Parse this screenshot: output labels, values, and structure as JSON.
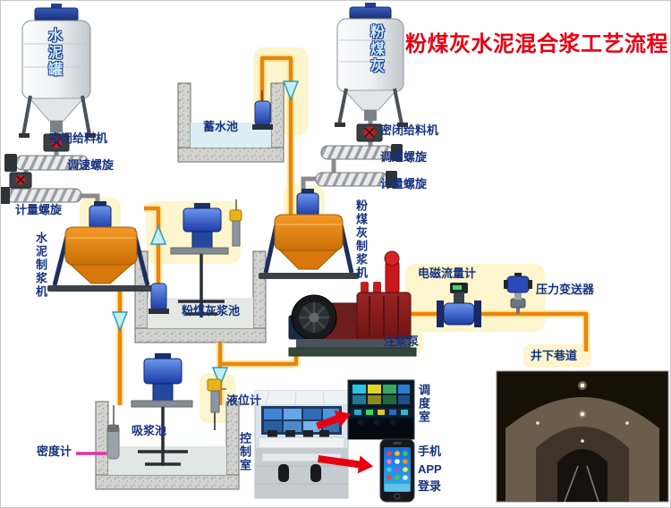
{
  "title": "粉煤灰水泥混合浆工艺流程",
  "silos": {
    "left": "水泥罐",
    "right": "粉煤灰"
  },
  "feed_left": {
    "sealed_feeder": "密闭给料机",
    "speed_screw": "调速螺旋",
    "metering_screw": "计量螺旋"
  },
  "feed_right": {
    "sealed_feeder": "密闭给料机",
    "speed_screw": "调速螺旋",
    "metering_screw": "计量螺旋"
  },
  "stations": {
    "water_pool": "蓄水池",
    "cement_mixer": "水泥制浆机",
    "flyash_mixer": "粉煤灰制浆机",
    "flyash_pool": "粉煤灰浆池",
    "grout_pump": "注浆泵",
    "flowmeter": "电磁流量计",
    "pressure_transmitter": "压力变送器",
    "tunnel": "井下巷道",
    "level_gauge": "液位计",
    "suction_pool": "吸浆池",
    "density_meter": "密度计",
    "control_room": "控制室",
    "dispatch_room": "调度室",
    "phone_app": "手机\nAPP\n登录"
  },
  "colors": {
    "title": "#e60012",
    "label": "#16327e",
    "pipe": "#e8860b",
    "pipe_glow": "#ffe9a0",
    "flow_arrow": "#c2eff6",
    "signal_arrow": "#e60012",
    "density_pointer": "#e62ea8",
    "silo_text": "#cdeef8"
  }
}
